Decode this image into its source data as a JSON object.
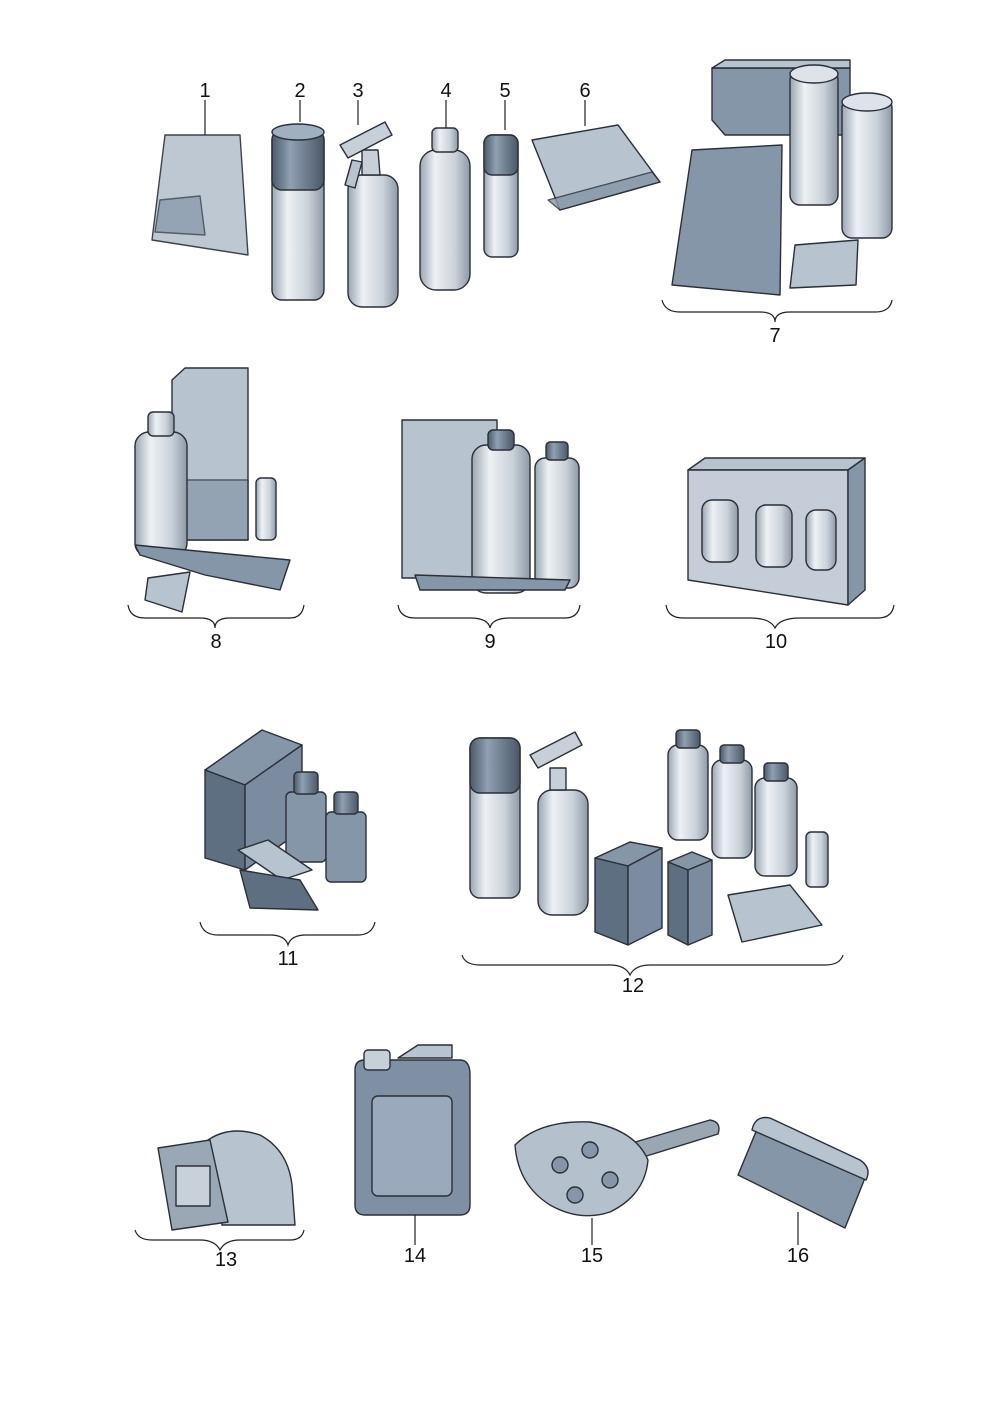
{
  "diagram": {
    "parts": [
      {
        "number": "1",
        "icon": "pouch-bag-icon"
      },
      {
        "number": "2",
        "icon": "aerosol-can-icon"
      },
      {
        "number": "3",
        "icon": "spray-bottle-icon"
      },
      {
        "number": "4",
        "icon": "bottle-icon"
      },
      {
        "number": "5",
        "icon": "small-can-icon"
      },
      {
        "number": "6",
        "icon": "cloth-icon"
      },
      {
        "number": "7",
        "icon": "kit-icon"
      },
      {
        "number": "8",
        "icon": "kit-icon"
      },
      {
        "number": "9",
        "icon": "kit-icon"
      },
      {
        "number": "10",
        "icon": "boxed-set-icon"
      },
      {
        "number": "11",
        "icon": "kit-icon"
      },
      {
        "number": "12",
        "icon": "kit-icon"
      },
      {
        "number": "13",
        "icon": "wipes-icon"
      },
      {
        "number": "14",
        "icon": "canister-icon"
      },
      {
        "number": "15",
        "icon": "wash-mitt-brush-icon"
      },
      {
        "number": "16",
        "icon": "squeegee-icon"
      }
    ]
  }
}
